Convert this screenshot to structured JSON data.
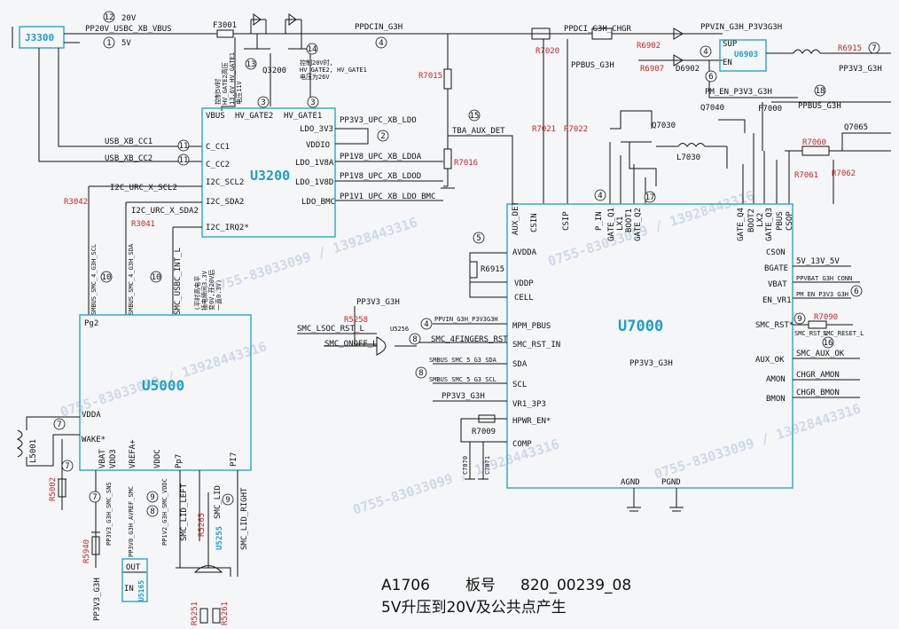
{
  "chips": {
    "j3300": "J3300",
    "u3200": "U3200",
    "u5000": "U5000",
    "u7000": "U7000",
    "u6903": "U6903",
    "u5165": "U5165",
    "u5255": "U5255",
    "u5256": "U5256",
    "q3200": "Q3200",
    "q7030": "Q7030",
    "q7040": "Q7040",
    "q7065": "Q7065",
    "l5001": "L5001",
    "l7030": "L7030",
    "f3001": "F3001",
    "f7000": "F7000",
    "d6902": "D6902"
  },
  "resistors": {
    "r3042": "R3042",
    "r3041": "R3041",
    "r5258": "R5258",
    "r5002": "R5002",
    "r5940": "R5940",
    "r5265": "R5265",
    "r5251": "R5251",
    "r5261": "R5261",
    "r7015": "R7015",
    "r7016": "R7016",
    "r7020": "R7020",
    "r7021": "R7021",
    "r7022": "R7022",
    "r6902": "R6902",
    "r6907": "R6907",
    "r6915": "R6915",
    "r6915b": "R6915",
    "r7060": "R7060",
    "r7061": "R7061",
    "r7062": "R7062",
    "r7090": "R7090",
    "r7009": "R7009",
    "c7070": "C7070",
    "c7071": "C7071"
  },
  "nets": {
    "vbus_in": "PP20V_USBC_XB_VBUS",
    "v20": "20V",
    "v5": "5V",
    "ppdcin": "PPDCIN_G3H",
    "ppdci_chgr": "PPDCI_G3H_CHGR",
    "ppbus_g3h_top": "PPBUS_G3H",
    "ppvin_p3v3": "PPVIN_G3H_P3V3G3H",
    "sup": "SUP",
    "en": "EN",
    "pp3v3_g3h_out": "PP3V3_G3H",
    "pm_en": "PM_EN_P3V3_G3H",
    "ppbus_g3h": "PPBUS_G3H",
    "tba_aux": "TBA_AUX_DET",
    "usb_cc1": "USB_XB_CC1",
    "usb_cc2": "USB_XB_CC2",
    "i2c_scl2": "I2C_URC_X_SCL2",
    "i2c_sda2": "I2C_URC_X_SDA2",
    "smbus_scl": "SMBUS_SMC_4_G3H_SCL",
    "smbus_sda": "SMBUS_SMC_4_G3H_SDA",
    "smc_usbc_int": "SMC_USBC_INT_L",
    "ldo_3v3": "PP3V3_UPC_XB_LDO",
    "ldo_1v8a": "PP1V8_UPC_XB_LDOA",
    "ldo_1v8d": "PP1V8_UPC_XB_LDOD",
    "ldo_bmc": "PP1V1_UPC_XB_LDO_BMC",
    "pp3v3_g3h": "PP3V3_G3H",
    "smc_lsoc": "SMC_LSOC_RST_L",
    "smc_onoff": "SMC_ONOFF_L",
    "ppvin_g3h": "PPVIN_G3H_P3V3G3H",
    "smc_4fingers": "SMC_4FINGERS_RST",
    "smbus_sda5": "SMBUS_SMC_5_G3_SDA",
    "smbus_scl5": "SMBUS_SMC_5_G3_SCL",
    "pp3v3_g3h_b": "PP3V3_G3H",
    "pp3v3_g3h_c": "PP3V3_G3H",
    "pp3v3_g3h_u7000": "PP3V3_G3H",
    "v5_13v": "5V_13V_5V",
    "ppvbat": "PPVBAT_G3H_CONN",
    "pm_en_r": "PM_EN_P3V3_G3H",
    "smc_rst_l": "SMC_RST_L",
    "smc_reset_l": "SMC_RESET_L",
    "smc_aux_ok": "SMC_AUX_OK",
    "chgr_amon": "CHGR_AMON",
    "chgr_bmon": "CHGR_BMON",
    "pp3v3_smc": "PP3V3_G3H_SMC_SNS",
    "pp3v0_avref": "PP3V0_G3H_AVREF_SMC",
    "pp1v2_smc": "PP1V2_G3H_SMC_VDDC",
    "smc_lid_left": "SMC_LID_LEFT",
    "smc_lid": "SMC_LID",
    "smc_lid_right": "SMC_LID_RIGHT",
    "pp3v3_g3h_vert": "PP3V3_G3H",
    "ppbus_g3h_left": "PPBUS_G3H"
  },
  "pins": {
    "u3200": {
      "vbus": "VBUS",
      "hv_gate2": "HV_GATE2",
      "hv_gate1": "HV_GATE1",
      "ldo_3v3": "LDO_3V3",
      "vddio": "VDDIO",
      "c_cc1": "C_CC1",
      "c_cc2": "C_CC2",
      "ldo_1v8a": "LDO_1V8A",
      "ldo_1v8d": "LDO_1V8D",
      "i2c_scl2": "I2C_SCL2",
      "i2c_sda2": "I2C_SDA2",
      "ldo_bmc": "LDO_BMC",
      "i2c_irq2": "I2C_IRQ2*"
    },
    "u5000": {
      "pg2": "Pg2",
      "vdda": "VDDA",
      "wake": "WAKE*",
      "vbat": "VBAT",
      "vdd3": "VDD3",
      "vrefa": "VREFA+",
      "vddc": "VDDC",
      "p7": "Pp7",
      "pi7": "PI7"
    },
    "u7000": {
      "aux_det": "AUX_DET",
      "csin": "CSIN",
      "csip": "CSIP",
      "p_in": "P_IN",
      "gate_q1": "GATE_Q1",
      "lx1": "LX1",
      "boot1": "BOOT1",
      "gate_q2": "GATE_Q2",
      "gate_q4": "GATE_Q4",
      "boot2": "BOOT2",
      "lx2": "LX2",
      "gate_q3": "GATE_Q3",
      "pbus": "PBUS",
      "csop": "CSOP",
      "avdda": "AVDDA",
      "vddp": "VDDP",
      "cell": "CELL",
      "mpm_pbus": "MPM_PBUS",
      "smc_rst_in": "SMC_RST_IN",
      "sda": "SDA",
      "scl": "SCL",
      "vr1_3p3": "VR1_3P3",
      "hpwr_en": "HPWR_EN*",
      "comp": "COMP",
      "agnd": "AGND",
      "pgnd": "PGND",
      "cson": "CSON",
      "bgate": "BGATE",
      "vbat": "VBAT",
      "en_vr1": "EN_VR1",
      "smc_rst": "SMC_RST*",
      "aux_ok": "AUX_OK",
      "amon": "AMON",
      "bmon": "BMON"
    },
    "u5165": {
      "out": "OUT",
      "in": "IN"
    }
  },
  "notes": {
    "q3200_a": "控制5V时",
    "q3200_b": "HV_GATE2高压",
    "q3200_c": "13.6V HV_GATE1",
    "q3200_d": "电压11V",
    "hv20_a": "控制20V时,",
    "hv20_b": "HV_GATE2, HV_GATE1",
    "hv20_c": "电压为26V",
    "int_a": "(平时高电平",
    "int_b": "插电瞬间3.3V",
    "int_c": "变0V,开20V后",
    "int_d": "一直0.3V)"
  },
  "markers": [
    "1",
    "2",
    "3",
    "4",
    "5",
    "6",
    "7",
    "8",
    "9",
    "10",
    "11",
    "12",
    "13",
    "14",
    "15",
    "16",
    "17",
    "18"
  ],
  "footer": {
    "model": "A1706",
    "board_label": "板号",
    "board_no": "820_00239_08",
    "caption": "5V升压到20V及公共点产生"
  },
  "watermark": "0755-83033099 / 13928443316",
  "colors": {
    "ink": "#111111",
    "box": "#2aa7c9",
    "label_red": "#c8262a",
    "chip_blue": "#1d9fc4"
  }
}
